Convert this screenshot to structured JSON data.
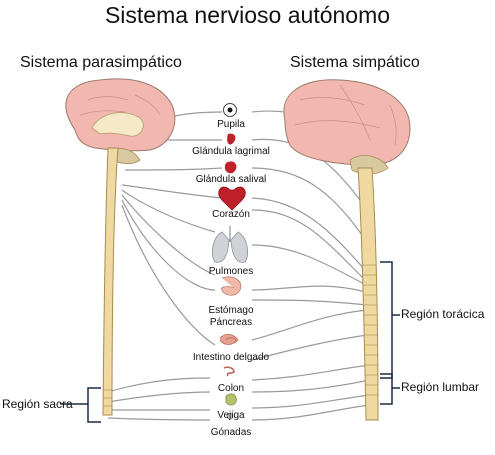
{
  "title": "Sistema nervioso autónomo",
  "left_system": "Sistema parasimpático",
  "right_system": "Sistema simpático",
  "organs": [
    {
      "id": "pupila",
      "label": "Pupila"
    },
    {
      "id": "glandula-lagrimal",
      "label": "Glándula lagrimal"
    },
    {
      "id": "glandula-salival",
      "label": "Glándula salival"
    },
    {
      "id": "corazon",
      "label": "Corazón"
    },
    {
      "id": "pulmones",
      "label": "Pulmones"
    },
    {
      "id": "estomago",
      "label": "Estómago"
    },
    {
      "id": "pancreas",
      "label": "Páncreas"
    },
    {
      "id": "intestino-delgado",
      "label": "Intestino delgado"
    },
    {
      "id": "colon",
      "label": "Colon"
    },
    {
      "id": "vejiga",
      "label": "Vejiga"
    },
    {
      "id": "gonadas",
      "label": "Gónadas"
    }
  ],
  "regions": {
    "toracica": "Región torácica",
    "lumbar": "Región lumbar",
    "sacra": "Región sacra"
  },
  "colors": {
    "brain": "#f2b8b0",
    "brain_outline": "#9a7a6e",
    "cerebellum": "#d8c9a0",
    "spine": "#efd9a0",
    "spine_outline": "#a88c4e",
    "nerve": "#9a9a9a",
    "heart": "#c0202a",
    "lung": "#cfd2d6",
    "stomach": "#f0b8a8",
    "intestine": "#e8a090",
    "bladder": "#b5c06a",
    "bracket": "#1a2a44"
  }
}
